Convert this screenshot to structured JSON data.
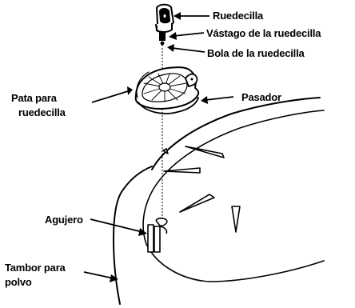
{
  "labels": {
    "caster": "Ruedecilla",
    "caster_stem": "Vástago de la ruedecilla",
    "caster_ball": "Bola de la ruedecilla",
    "caster_foot_line1": "Pata para",
    "caster_foot_line2": "ruedecilla",
    "pin": "Pasador",
    "hole": "Agujero",
    "drum_line1": "Tambor para",
    "drum_line2": "polvo"
  },
  "colors": {
    "line": "#000000",
    "background": "#ffffff"
  }
}
